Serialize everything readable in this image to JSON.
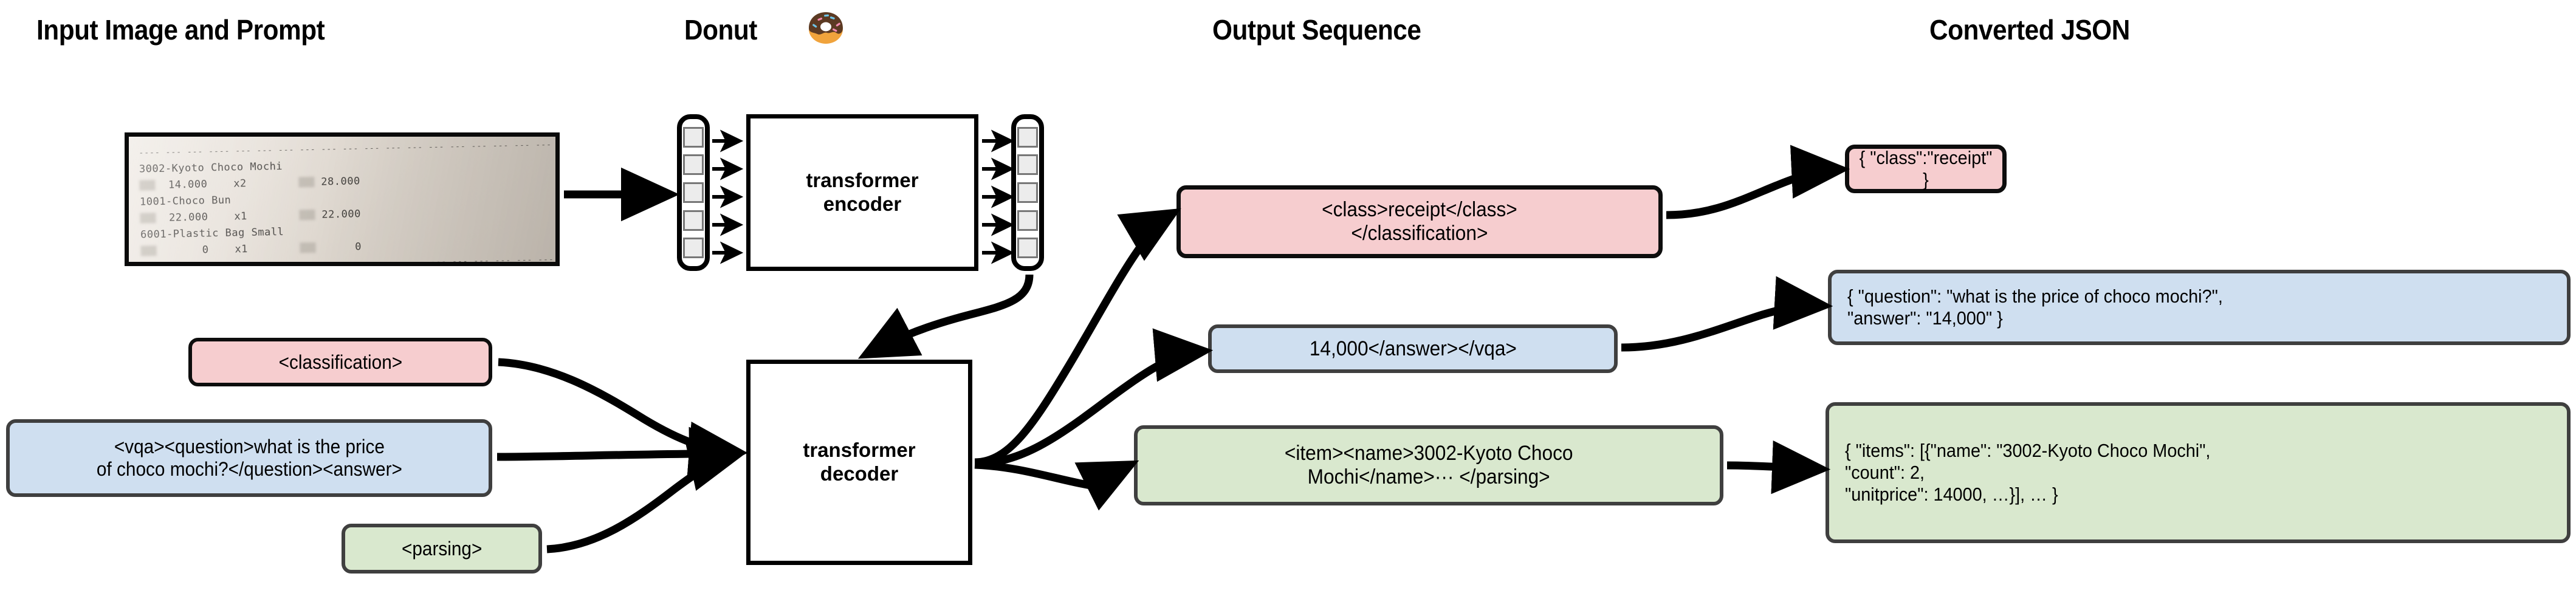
{
  "headers": [
    {
      "label": "Input Image and Prompt"
    },
    {
      "label": "Donut"
    },
    {
      "label": "Output Sequence"
    },
    {
      "label": "Converted JSON"
    }
  ],
  "input_image": {
    "name": "receipt-photo",
    "lines": [
      "-- -- -- -- -- -- -- -- -- -- -- -- -- -- -- -- -- -- --",
      "3002-Kyoto Choco Mochi",
      "       14.000     x2          28.000",
      "1001-Choco Bun",
      "       22.000     x1          22.000",
      "6001-Plastic Bag Small",
      "            0     x1               0",
      "-- -- -- -- -- -- -- -- -- -- -- -- -- -- -- -- -- -- --"
    ],
    "items": [
      {
        "code": "3002",
        "name": "Kyoto Choco Mochi",
        "unitprice": "14.000",
        "count": "x2",
        "total": "28.000"
      },
      {
        "code": "1001",
        "name": "Choco Bun",
        "unitprice": "22.000",
        "count": "x1",
        "total": "22.000"
      },
      {
        "code": "6001",
        "name": "Plastic Bag Small",
        "unitprice": "0",
        "count": "x1",
        "total": "0"
      }
    ]
  },
  "model": {
    "encoder_label": "transformer\nencoder",
    "decoder_label": "transformer\ndecoder",
    "encoder_input_tokens": 5,
    "encoder_output_tokens": 5,
    "donut_emoji": "donut-icon"
  },
  "prompts": [
    {
      "id": "classification-prompt",
      "text": "<classification>",
      "color": "#f6cdcf"
    },
    {
      "id": "vqa-prompt",
      "text": "<vqa><question>what is the price\nof choco mochi?</question><answer>",
      "color": "#cfdff0"
    },
    {
      "id": "parsing-prompt",
      "text": "<parsing>",
      "color": "#d9e8ce"
    }
  ],
  "outputs": [
    {
      "id": "classification-output",
      "text": "<class>receipt</class>\n</classification>",
      "color": "#f6cdcf"
    },
    {
      "id": "vqa-output",
      "text": "14,000</answer></vqa>",
      "color": "#cfdff0"
    },
    {
      "id": "parsing-output",
      "text": "<item><name>3002-Kyoto Choco\nMochi</name>··· </parsing>",
      "color": "#d9e8ce"
    }
  ],
  "json_results": [
    {
      "id": "classification-json",
      "text": "{ \"class\":\"receipt\" }",
      "color": "#f6cdcf"
    },
    {
      "id": "vqa-json",
      "text": "{ \"question\": \"what is the price of choco mochi?\",\n   \"answer\": \"14,000\" }",
      "color": "#cfdff0"
    },
    {
      "id": "parsing-json",
      "text": "{ \"items\": [{\"name\": \"3002-Kyoto Choco Mochi\",\n     \"count\": 2,\n     \"unitprice\": 14000, …}], … }",
      "color": "#d9e8ce"
    }
  ],
  "colors": {
    "pink": "#f6cdcf",
    "blue": "#cfdff0",
    "green": "#d9e8ce",
    "stroke_dark": "#3f3f3f",
    "stroke_black": "#000000",
    "token_fill": "#ececec"
  }
}
